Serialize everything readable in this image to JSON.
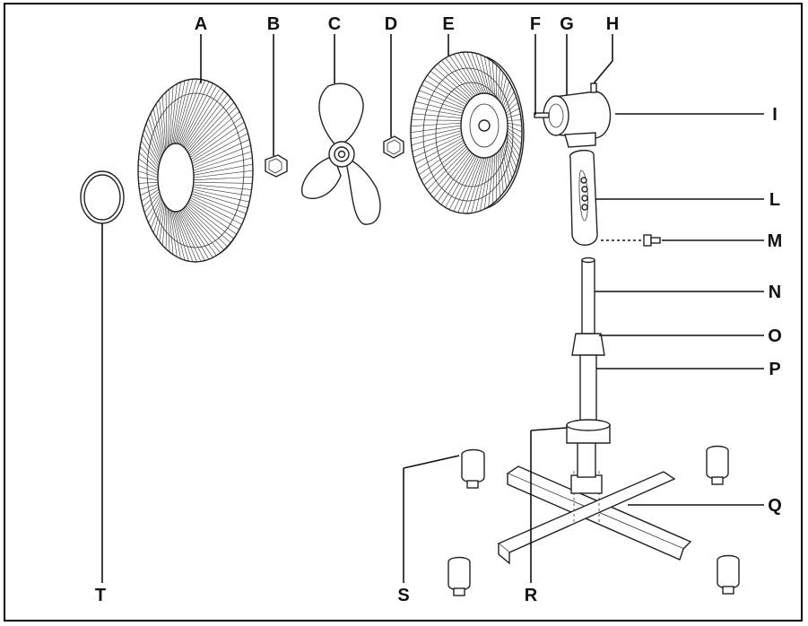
{
  "diagram": {
    "labels": {
      "A": "A",
      "B": "B",
      "C": "C",
      "D": "D",
      "E": "E",
      "F": "F",
      "G": "G",
      "H": "H",
      "I": "I",
      "L": "L",
      "M": "M",
      "N": "N",
      "O": "O",
      "P": "P",
      "Q": "Q",
      "R": "R",
      "S": "S",
      "T": "T"
    }
  }
}
